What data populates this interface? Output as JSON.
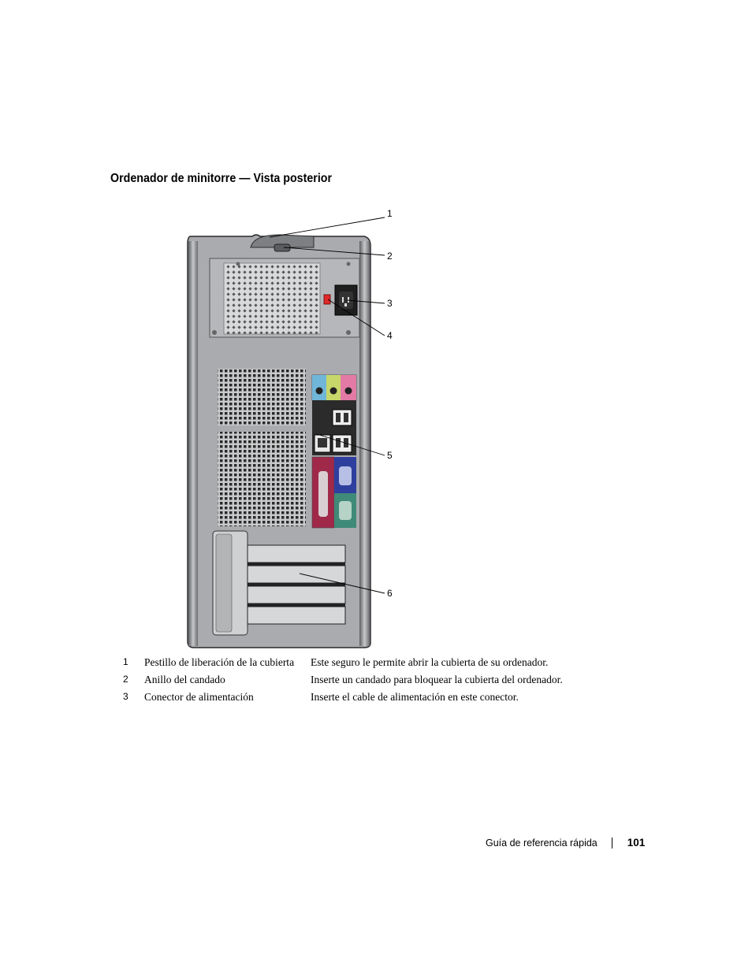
{
  "section_title": "Ordenador de minitorre — Vista posterior",
  "callouts": [
    "1",
    "2",
    "3",
    "4",
    "5",
    "6"
  ],
  "legend": [
    {
      "num": "1",
      "name": "Pestillo de liberación de la cubierta",
      "description": "Este seguro le permite abrir la cubierta de su ordenador."
    },
    {
      "num": "2",
      "name": "Anillo del candado",
      "description": "Inserte un candado para bloquear la cubierta del ordenador."
    },
    {
      "num": "3",
      "name": "Conector de alimentación",
      "description": "Inserte el cable de alimentación en este conector."
    }
  ],
  "footer": {
    "guide_title": "Guía de referencia rápida",
    "page_number": "101"
  },
  "colors": {
    "chassis": "#a9abae",
    "audio_blue": "#6fb6d8",
    "audio_green": "#c8d76a",
    "audio_pink": "#e27aa5",
    "parallel_port": "#a0294a",
    "vga_port": "#2f3f9e",
    "serial_port": "#3f8a78"
  }
}
